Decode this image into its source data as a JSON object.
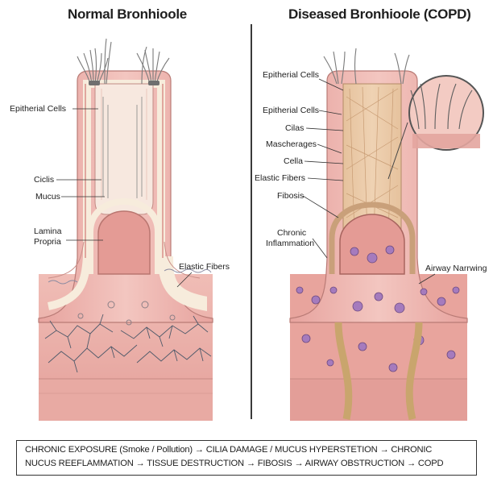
{
  "titles": {
    "normal": "Normal Bronhioole",
    "diseased": "Diseased Bronhioole (COPD)"
  },
  "labels": {
    "normal": {
      "epithelial": "Epitherial Cells",
      "cilia": "Ciclis",
      "mucus": "Mucus",
      "lamina_line1": "Lamina",
      "lamina_line2": "Propria",
      "elastic": "Elastic Fibers"
    },
    "diseased": {
      "epithelial1": "Epitherial Cells",
      "epithelial2": "Epitherial Cells",
      "cilia": "Cilas",
      "macrophages": "Mascherages",
      "cells": "Cella",
      "elastic": "Elastic Fibers",
      "fibrosis": "Fibosis",
      "inflam_line1": "Chronic",
      "inflam_line2": "Inflammation",
      "narrowing": "Airway Narrwing"
    }
  },
  "caption": {
    "line1": "CHRONIC EXPOSURE (Smoke / Pollution) → CILIA DAMAGE / MUCUS HYPERSTETION → CHRONIC",
    "line2": "NUCUS REEFLAMMATION → TISSUE DESTRUCTION → FIBOSIS  → AIRWAY OBSTRUCTION  → COPD"
  },
  "colors": {
    "tissue_pink": "#e9a9a4",
    "tissue_light": "#f2c7c2",
    "wall_cream": "#f6e9d6",
    "fibrosis_tan": "#d9b48f",
    "inflammation_purple": "#9b6fb3"
  }
}
